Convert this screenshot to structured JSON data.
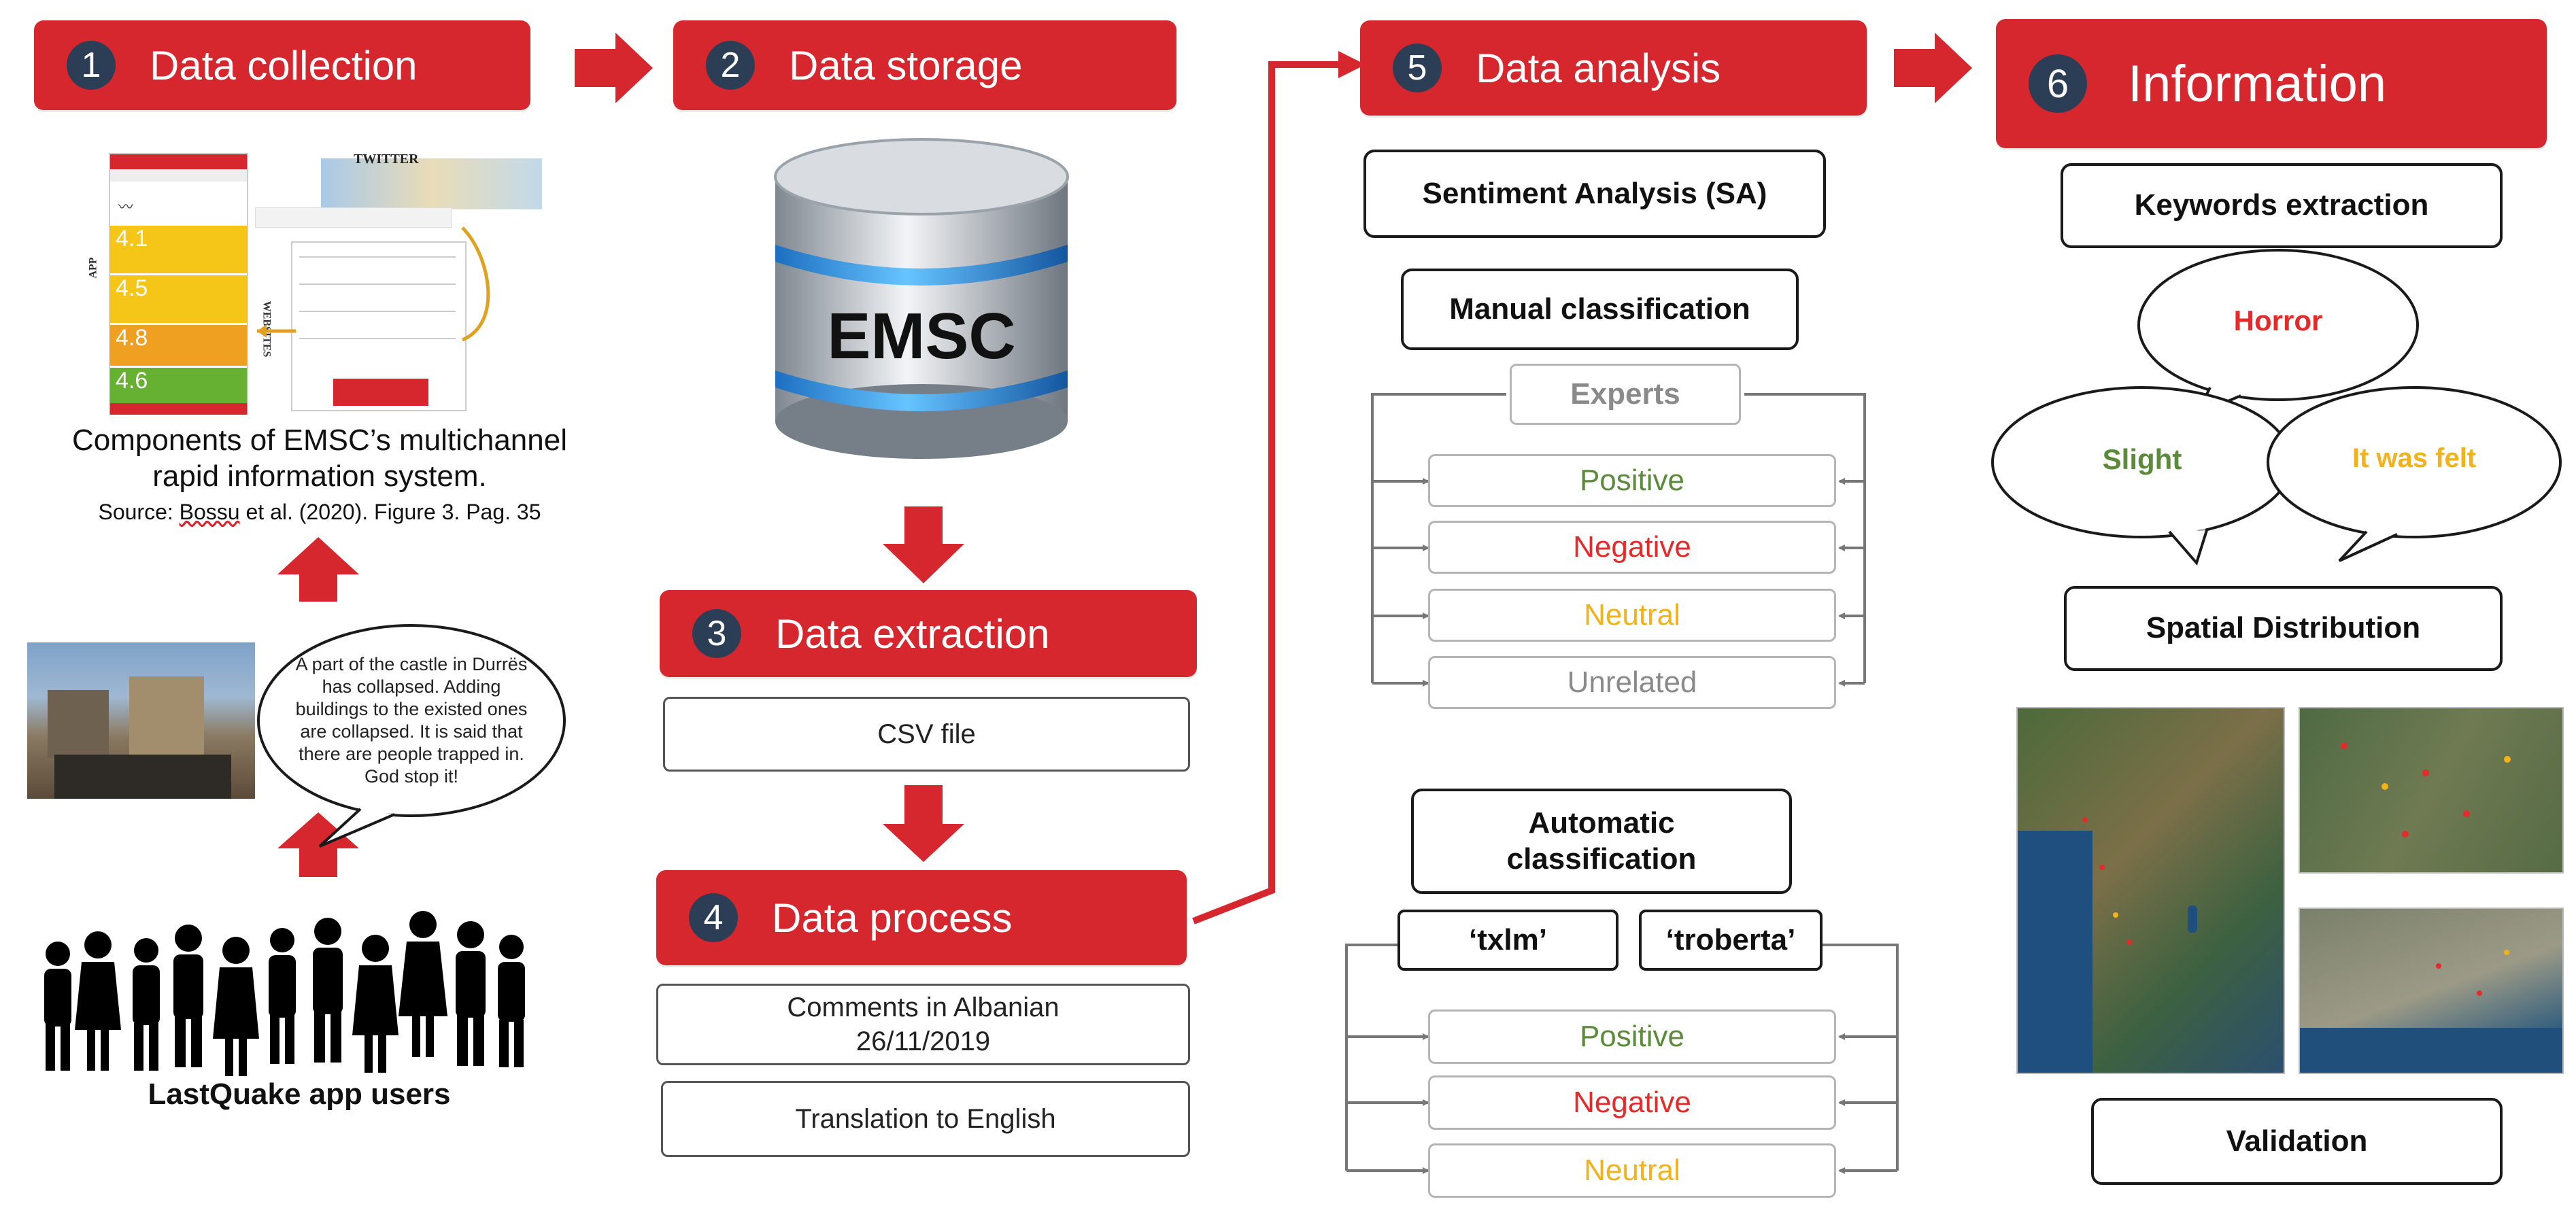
{
  "stages": {
    "s1": {
      "num": "1",
      "title": "Data collection"
    },
    "s2": {
      "num": "2",
      "title": "Data storage"
    },
    "s3": {
      "num": "3",
      "title": "Data extraction"
    },
    "s4": {
      "num": "4",
      "title": "Data process"
    },
    "s5": {
      "num": "5",
      "title": "Data analysis"
    },
    "s6": {
      "num": "6",
      "title": "Information"
    }
  },
  "collection": {
    "app_header": "TWITTER",
    "app_label": "APP",
    "web_label": "WEBSITES",
    "caption_line1": "Components of EMSC’s  multichannel",
    "caption_line2": "rapid information system.",
    "source_prefix": "Source: ",
    "source_author": "Bossu",
    "source_rest": " et al. (2020). Figure 3. Pag. 35",
    "app_items": [
      "4.1",
      "4.5",
      "4.8",
      "4.6"
    ],
    "quote": "A part of the castle in Durrës has collapsed. Adding buildings to the existed ones are collapsed. It is said that there are people trapped in. God stop it!",
    "users_label": "LastQuake app users"
  },
  "storage": {
    "db_label": "EMSC"
  },
  "extraction": {
    "csv": "CSV  file"
  },
  "process": {
    "comments_line1": "Comments in Albanian",
    "comments_line2": "26/11/2019",
    "translation": "Translation to  English"
  },
  "analysis": {
    "sa": "Sentiment Analysis (SA)",
    "manual": "Manual classification",
    "experts": "Experts",
    "manual_classes": [
      "Positive",
      "Negative",
      "Neutral",
      "Unrelated"
    ],
    "auto_line1": "Automatic",
    "auto_line2": "classification",
    "model1": "‘txlm’",
    "model2": "‘troberta’",
    "auto_classes": [
      "Positive",
      "Negative",
      "Neutral"
    ]
  },
  "information": {
    "keywords": "Keywords extraction",
    "bubble_horror": "Horror",
    "bubble_slight": "Slight",
    "bubble_felt": "It was felt",
    "spatial": "Spatial Distribution",
    "validation": "Validation"
  },
  "colors": {
    "stage_red": "#d7272e",
    "number_circle": "#2c3e56",
    "positive": "#5b8a3a",
    "negative": "#e32b2b",
    "neutral": "#f2b21b",
    "unrelated": "#8a8a8a"
  }
}
